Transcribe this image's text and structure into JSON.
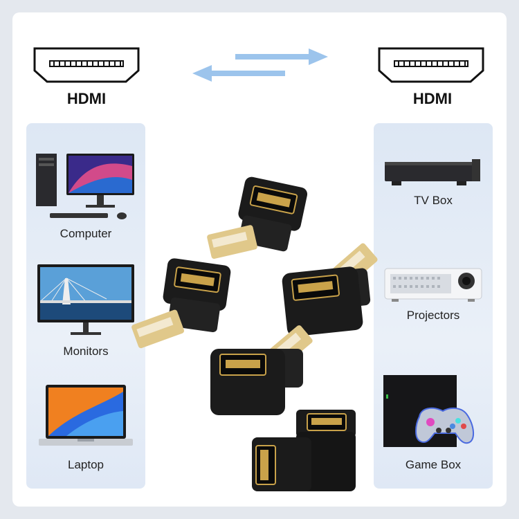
{
  "header": {
    "left_port_label": "HDMI",
    "right_port_label": "HDMI"
  },
  "left_devices": [
    {
      "label": "Computer",
      "icon": "computer-icon"
    },
    {
      "label": "Monitors",
      "icon": "monitor-icon"
    },
    {
      "label": "Laptop",
      "icon": "laptop-icon"
    }
  ],
  "right_devices": [
    {
      "label": "TV Box",
      "icon": "tv-box-icon"
    },
    {
      "label": "Projectors",
      "icon": "projector-icon"
    },
    {
      "label": "Game Box",
      "icon": "game-box-icon"
    }
  ],
  "colors": {
    "arrow": "#9cc4ec",
    "panel": "#e3ebf6",
    "adapter": "#1b1b1b",
    "gold": "#c9a24a"
  }
}
